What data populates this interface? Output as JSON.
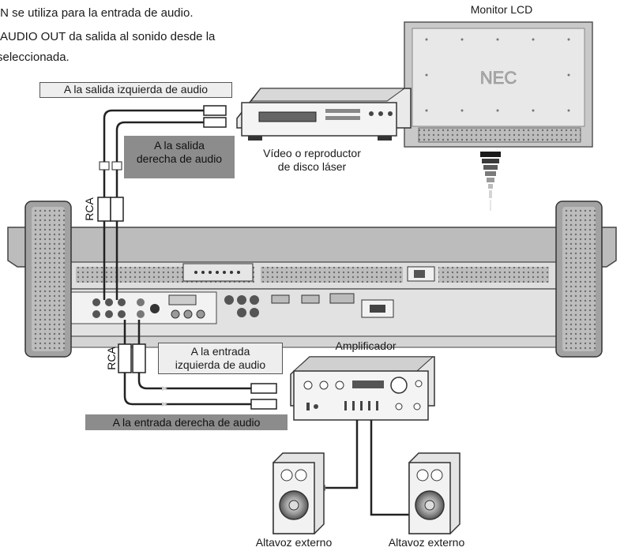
{
  "intro": {
    "line1": "IN se utiliza para la entrada de audio.",
    "line2": "AUDIO OUT da salida al sonido desde la",
    "line3": "seleccionada."
  },
  "monitor": {
    "label": "Monitor LCD",
    "brand": "NEC"
  },
  "labels": {
    "left_audio_out": "A la salida izquierda de audio",
    "right_audio_out_1": "A la salida",
    "right_audio_out_2": "derecha de audio",
    "vcr_1": "Vídeo o reproductor",
    "vcr_2": "de disco láser",
    "rca_top": "RCA",
    "rca_bottom": "RCA",
    "left_audio_in_1": "A la entrada",
    "left_audio_in_2": "izquierda de audio",
    "amplifier": "Amplificador",
    "right_audio_in": "A la entrada derecha de audio",
    "speaker_left": "Altavoz externo",
    "speaker_right": "Altavoz externo"
  },
  "colors": {
    "panel": "#d6d6d6",
    "panel_dark": "#9a9a9a",
    "stand": "#9d9d9d",
    "dark_label": "#8c8c8c"
  }
}
